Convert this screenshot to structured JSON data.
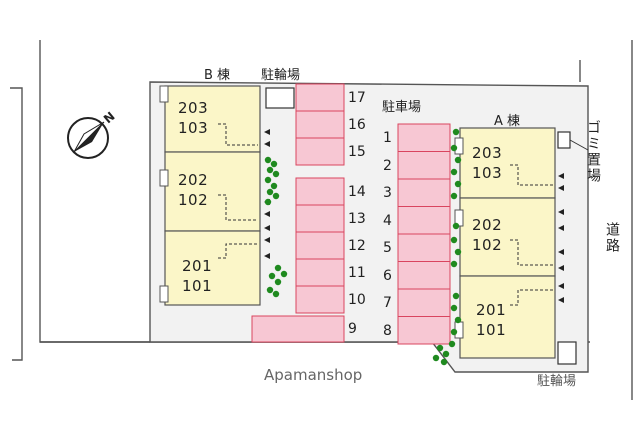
{
  "labels": {
    "building_b": "B 棟",
    "building_a": "A 棟",
    "bicycle_parking_top": "駐輪場",
    "parking": "駐車場",
    "garbage": "ゴミ置場",
    "road": "道路",
    "bicycle_parking_bottom": "駐輪場",
    "watermark": "Apamanshop"
  },
  "building_b_units": [
    {
      "upper": "203",
      "lower": "103"
    },
    {
      "upper": "202",
      "lower": "102"
    },
    {
      "upper": "201",
      "lower": "101"
    }
  ],
  "building_a_units": [
    {
      "upper": "203",
      "lower": "103"
    },
    {
      "upper": "202",
      "lower": "102"
    },
    {
      "upper": "201",
      "lower": "101"
    }
  ],
  "parking_left": [
    "17",
    "16",
    "15",
    "14",
    "13",
    "12",
    "11",
    "10",
    "9"
  ],
  "parking_right": [
    "1",
    "2",
    "3",
    "4",
    "5",
    "6",
    "7",
    "8"
  ],
  "colors": {
    "building_fill": "#fbf6c8",
    "parking_fill": "#f7c7d3",
    "parking_stroke": "#d9455f",
    "lot_fill": "#f2f2f2",
    "tree": "#1f8a1f"
  },
  "icons": {
    "compass": "north-arrow-icon"
  }
}
